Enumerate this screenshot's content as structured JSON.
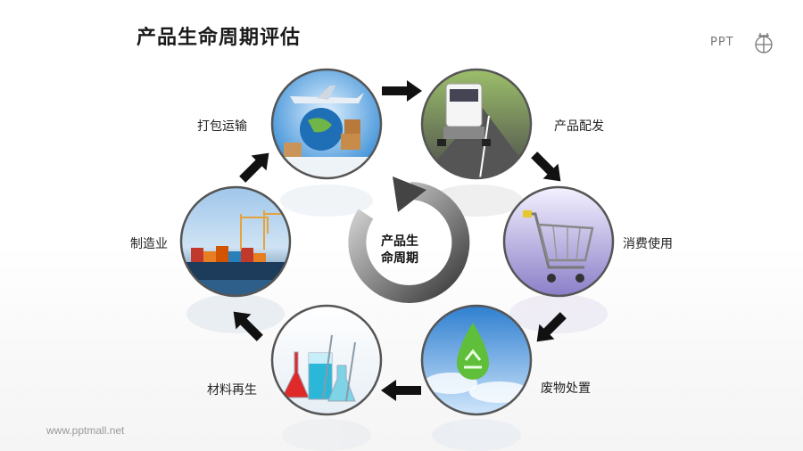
{
  "title": "产品生命周期评估",
  "logo": {
    "text": "PPT",
    "mark_icon": "flower-cross-icon"
  },
  "footer": {
    "url": "www.pptmall.net"
  },
  "center": {
    "line1": "产品生",
    "line2": "命周期"
  },
  "stages": [
    {
      "label": "打包运输",
      "icon": "cargo-plane-globe-icon"
    },
    {
      "label": "产品配发",
      "icon": "delivery-truck-icon"
    },
    {
      "label": "消费使用",
      "icon": "shopping-cart-icon"
    },
    {
      "label": "废物处置",
      "icon": "recycle-drop-icon"
    },
    {
      "label": "材料再生",
      "icon": "lab-flasks-icon"
    },
    {
      "label": "制造业",
      "icon": "container-ship-icon"
    }
  ],
  "colors": {
    "arrow": "#111111",
    "ring": "#555555",
    "circle_border": "#444444"
  }
}
